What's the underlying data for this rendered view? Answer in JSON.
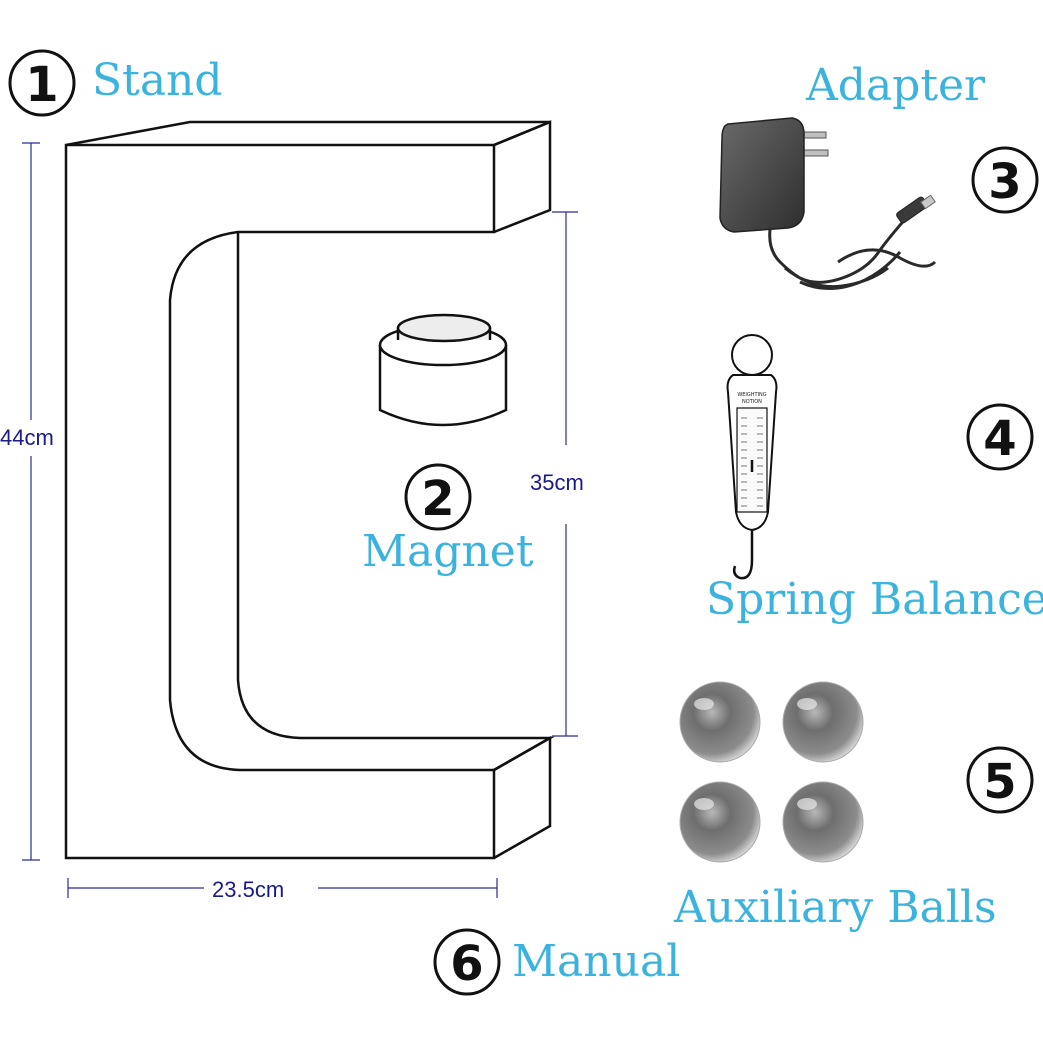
{
  "items": [
    {
      "number": "1",
      "label": "Stand"
    },
    {
      "number": "2",
      "label": "Magnet"
    },
    {
      "number": "3",
      "label": "Adapter"
    },
    {
      "number": "4",
      "label": "Spring Balance"
    },
    {
      "number": "5",
      "label": "Auxiliary Balls"
    },
    {
      "number": "6",
      "label": "Manual"
    }
  ],
  "dimensions": {
    "height": "44cm",
    "inner_gap": "35cm",
    "width": "23.5cm"
  },
  "spring_balance_text": {
    "line1": "WEIGHTING",
    "line2": "NOTION"
  },
  "colors": {
    "label": "#3bb3df",
    "dimension_text": "#1a1a8a",
    "dimension_line": "#2a2a9a",
    "outline": "#111111"
  }
}
